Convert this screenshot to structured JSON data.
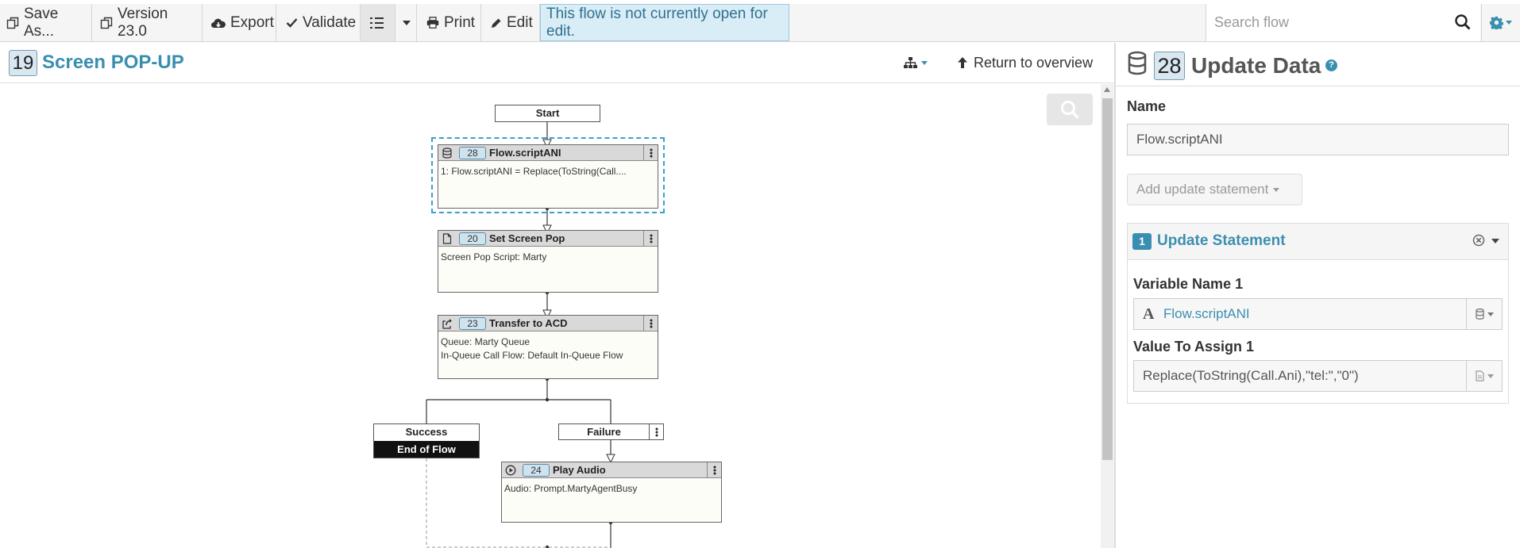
{
  "toolbar": {
    "save_as": "Save As...",
    "version": "Version 23.0",
    "export": "Export",
    "validate": "Validate",
    "print": "Print",
    "edit": "Edit",
    "notice": "This flow is not currently open for edit.",
    "search_placeholder": "Search flow"
  },
  "flow": {
    "id": "19",
    "title": "Screen POP-UP",
    "return_label": "Return to overview"
  },
  "canvas": {
    "start_label": "Start",
    "nodes": [
      {
        "id": "28",
        "name": "Flow.scriptANI",
        "icon": "database-icon",
        "lines": [
          "1: Flow.scriptANI = Replace(ToString(Call...."
        ]
      },
      {
        "id": "20",
        "name": "Set Screen Pop",
        "icon": "document-icon",
        "lines": [
          "Screen Pop Script: Marty"
        ]
      },
      {
        "id": "23",
        "name": "Transfer to ACD",
        "icon": "share-icon",
        "lines": [
          "Queue: Marty Queue",
          "In-Queue Call Flow: Default In-Queue Flow"
        ]
      },
      {
        "id": "24",
        "name": "Play Audio",
        "icon": "play-circle-icon",
        "lines": [
          "Audio: Prompt.MartyAgentBusy"
        ]
      }
    ],
    "success_label": "Success",
    "end_of_flow_label": "End of Flow",
    "failure_label": "Failure"
  },
  "panel": {
    "id": "28",
    "title": "Update Data",
    "name_label": "Name",
    "name_value": "Flow.scriptANI",
    "add_statement_label": "Add update statement",
    "statement": {
      "number": "1",
      "title": "Update Statement",
      "variable_label": "Variable Name 1",
      "variable_type_glyph": "A",
      "variable_value": "Flow.scriptANI",
      "value_label": "Value To Assign 1",
      "value_expression": "Replace(ToString(Call.Ani),\"tel:\",\"0\")"
    }
  },
  "colors": {
    "accent": "#3a8fb0",
    "notice_bg": "#d9edf7",
    "notice_text": "#31708f",
    "selected_node_border": "#3a9fd0"
  }
}
